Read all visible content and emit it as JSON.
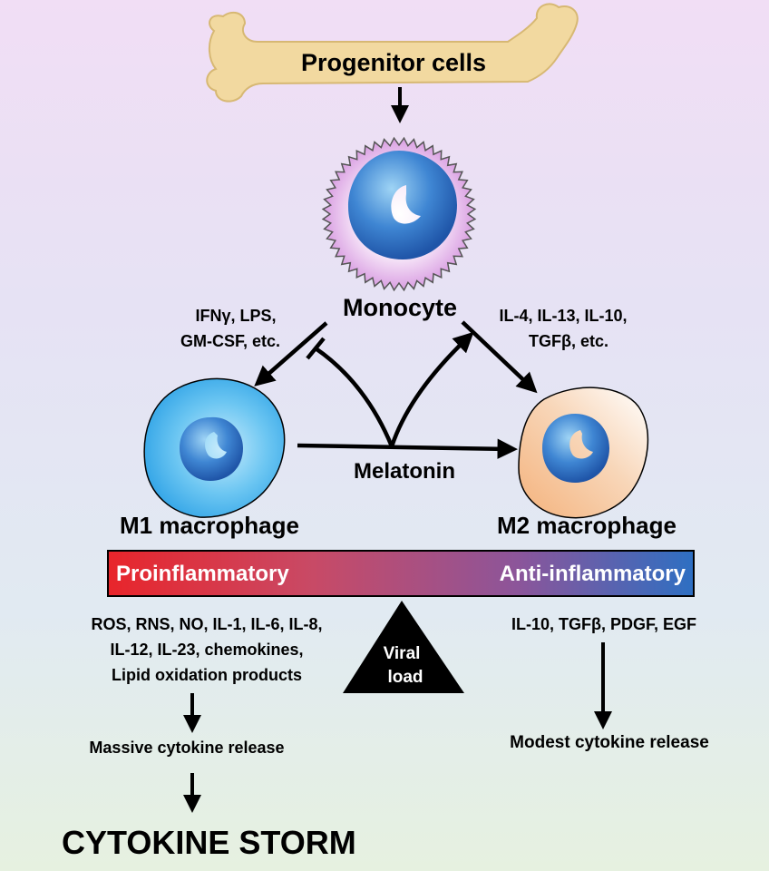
{
  "labels": {
    "progenitor": "Progenitor cells",
    "monocyte": "Monocyte",
    "m1_stimuli_line1": "IFNγ, LPS,",
    "m1_stimuli_line2": "GM-CSF, etc.",
    "m2_stimuli_line1": "IL-4, IL-13, IL-10,",
    "m2_stimuli_line2": "TGFβ, etc.",
    "melatonin": "Melatonin",
    "m1": "M1 macrophage",
    "m2": "M2 macrophage",
    "proinflammatory": "Proinflammatory",
    "antiinflammatory": "Anti-inflammatory",
    "viral_line1": "Viral",
    "viral_line2": "load",
    "m1_products_line1": "ROS, RNS, NO, IL-1, IL-6, IL-8,",
    "m1_products_line2": "IL-12, IL-23, chemokines,",
    "m1_products_line3": "Lipid oxidation products",
    "m2_products": "IL-10, TGFβ, PDGF, EGF",
    "massive_release": "Massive cytokine release",
    "modest_release": "Modest cytokine release",
    "storm": "CYTOKINE STORM"
  },
  "colors": {
    "bone": "#f2d9a0",
    "monocyte_membrane": "#dca8e3",
    "m1_cell": "#4fb6ee",
    "m2_cell": "#f6c79a",
    "nucleus": "#2e70c4",
    "bar_left": "#e8252b",
    "bar_right": "#2e6fc2"
  }
}
